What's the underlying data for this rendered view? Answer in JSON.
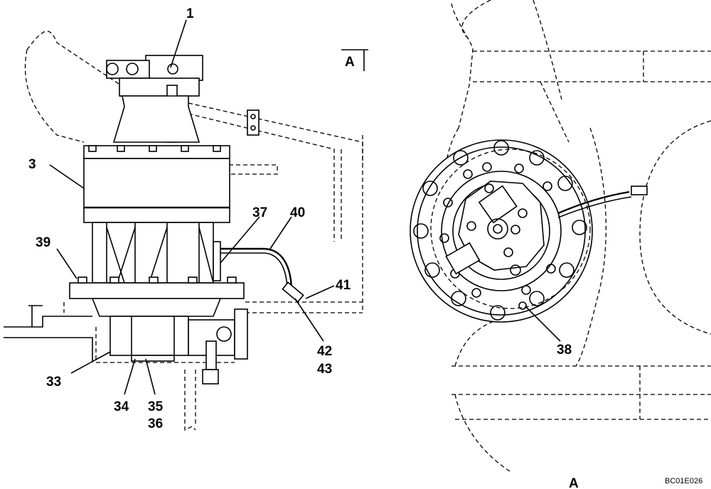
{
  "callouts": {
    "c1": "1",
    "c3": "3",
    "c37": "37",
    "c40": "40",
    "c39": "39",
    "c41": "41",
    "c42": "42",
    "c43": "43",
    "c33": "33",
    "c34": "34",
    "c35": "35",
    "c36": "36",
    "c38": "38"
  },
  "view_marker_top": "A",
  "view_label_bottom": "A",
  "drawing_ref": "BC01E026"
}
